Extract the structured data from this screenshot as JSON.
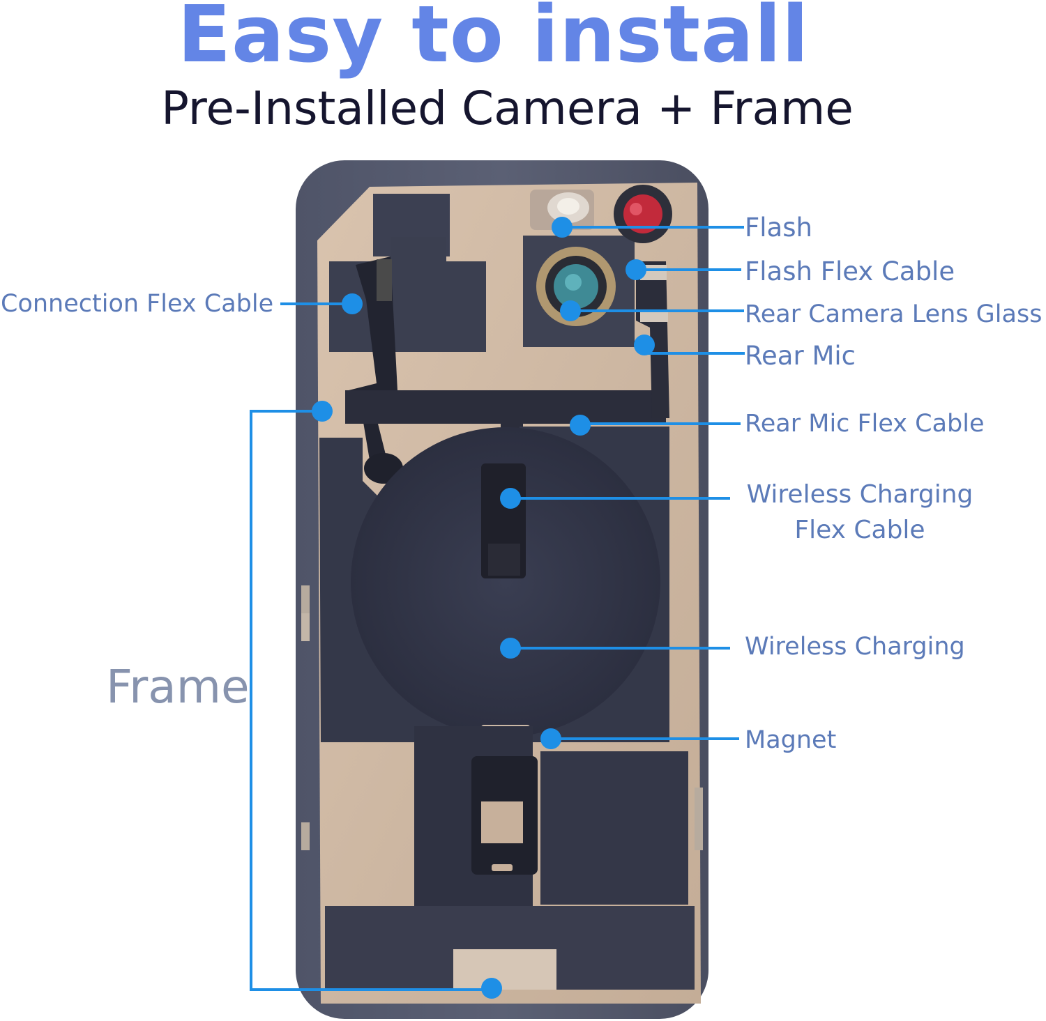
{
  "header": {
    "title": "Easy to install",
    "subtitle": "Pre-Installed Camera + Frame"
  },
  "colors": {
    "title": "#6385e6",
    "subtitle": "#15152e",
    "callout_line": "#1e8fe6",
    "callout_text": "#5b7ab8",
    "frame_label": "#8793ae"
  },
  "callouts": {
    "flash": "Flash",
    "flash_flex_cable": "Flash Flex Cable",
    "rear_camera_lens_glass": "Rear Camera Lens Glass",
    "rear_mic": "Rear Mic",
    "rear_mic_flex_cable": "Rear Mic Flex Cable",
    "wireless_charging_flex_cable_line1": "Wireless Charging",
    "wireless_charging_flex_cable_line2": "Flex Cable",
    "wireless_charging": "Wireless Charging",
    "magnet": "Magnet",
    "connection_flex_cable": "Connection Flex Cable",
    "frame": "Frame"
  }
}
